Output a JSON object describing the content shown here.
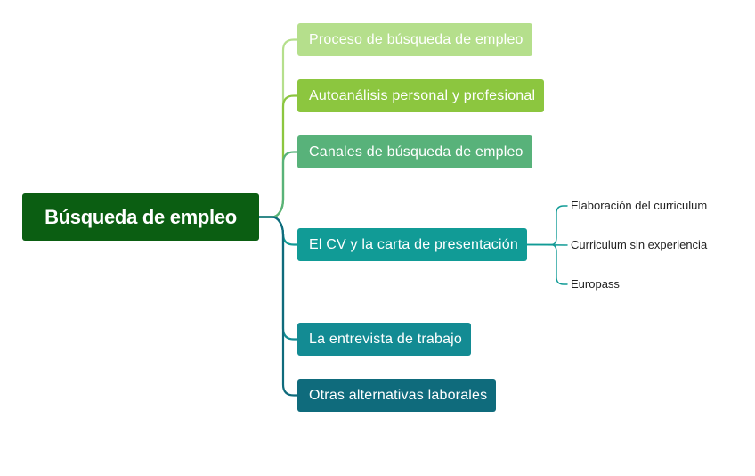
{
  "mindmap": {
    "root": {
      "label": "Búsqueda de empleo",
      "color": "#0b5e12"
    },
    "branches": [
      {
        "label": "Proceso de búsqueda de empleo",
        "color": "#b5df8c"
      },
      {
        "label": "Autoanálisis personal y profesional",
        "color": "#8cc63f"
      },
      {
        "label": "Canales de búsqueda de empleo",
        "color": "#58b27a"
      },
      {
        "label": "El CV y la carta de presentación",
        "color": "#119b96",
        "children": [
          {
            "label": "Elaboración del curriculum"
          },
          {
            "label": "Curriculum sin experiencia"
          },
          {
            "label": "Europass"
          }
        ]
      },
      {
        "label": "La entrevista de trabajo",
        "color": "#138b93"
      },
      {
        "label": "Otras alternativas laborales",
        "color": "#0f6b7c"
      }
    ]
  }
}
